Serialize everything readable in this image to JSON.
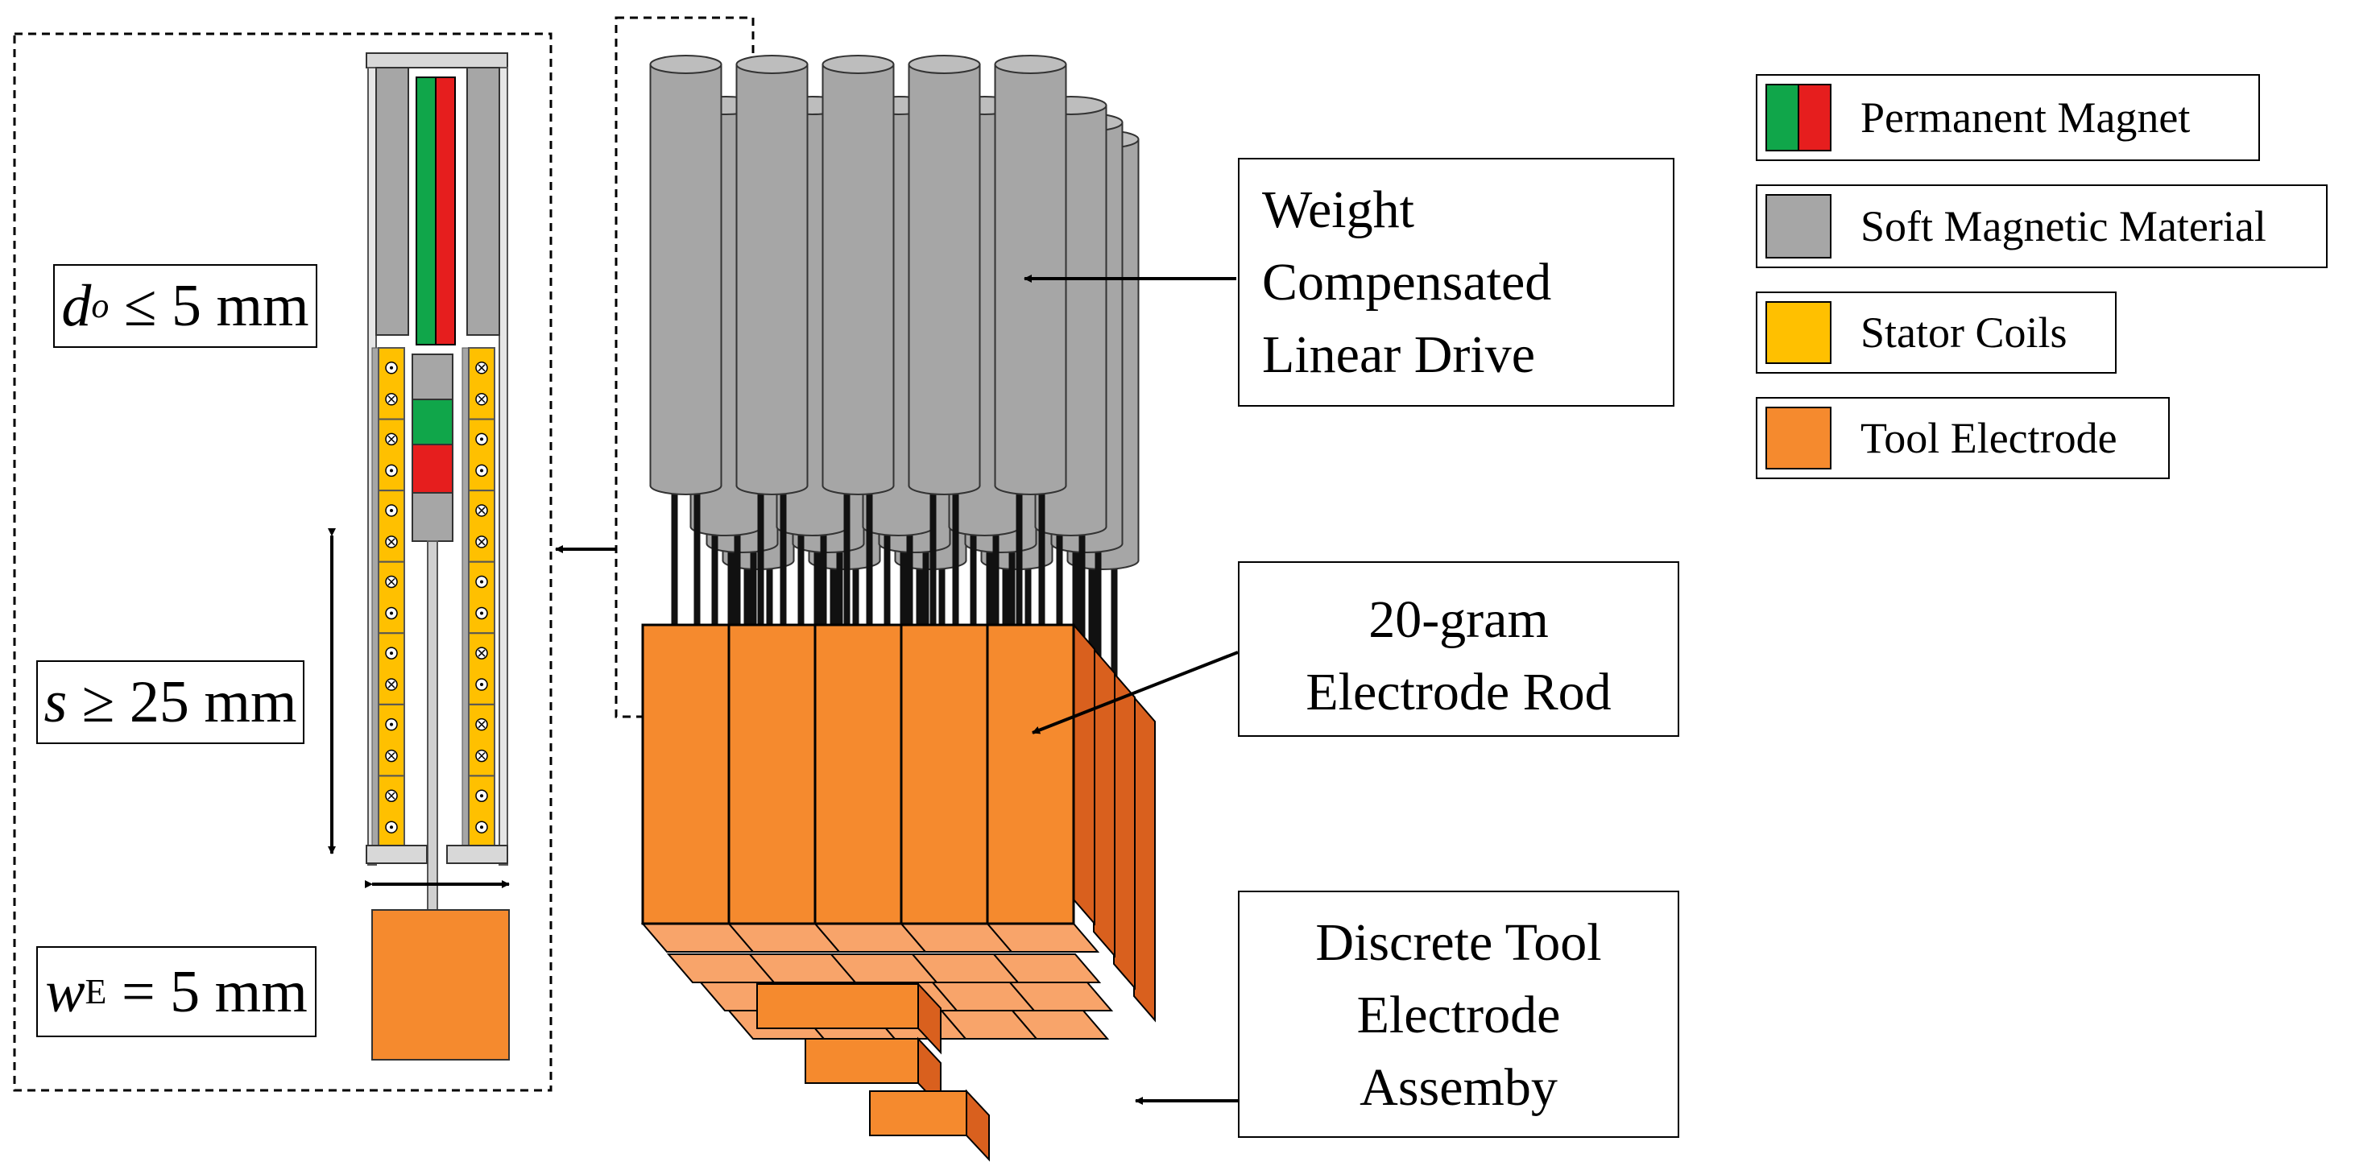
{
  "left_panel": {
    "dims": {
      "do": {
        "var": "d",
        "sub": "o",
        "rest": "≤ 5 mm"
      },
      "s": {
        "var": "s",
        "rest": "≥ 25 mm"
      },
      "wE": {
        "var": "w",
        "sub": "E",
        "rest": "= 5 mm"
      }
    }
  },
  "labels": {
    "drive": [
      "Weight",
      "Compensated",
      "Linear Drive"
    ],
    "rod": [
      "20-gram",
      "Electrode Rod"
    ],
    "assembly": [
      "Discrete Tool",
      "Electrode",
      "Assemby"
    ]
  },
  "legend": [
    {
      "label": "Permanent Magnet",
      "icon": "magnet-swatch",
      "colors": [
        "#10A64A",
        "#E61E1E"
      ]
    },
    {
      "label": "Soft Magnetic Material",
      "icon": "soft-magnetic-swatch",
      "colors": [
        "#A6A6A6"
      ]
    },
    {
      "label": "Stator Coils",
      "icon": "coil-swatch",
      "colors": [
        "#FFC000"
      ]
    },
    {
      "label": "Tool Electrode",
      "icon": "electrode-swatch",
      "colors": [
        "#F58A2E"
      ]
    }
  ],
  "colors": {
    "magnet_north": "#E61E1E",
    "magnet_south": "#10A64A",
    "soft_magnetic": "#A6A6A6",
    "coil": "#FFC000",
    "electrode_front": "#F58A2E",
    "electrode_side": "#D9601E",
    "electrode_top": "#F8A46A"
  }
}
